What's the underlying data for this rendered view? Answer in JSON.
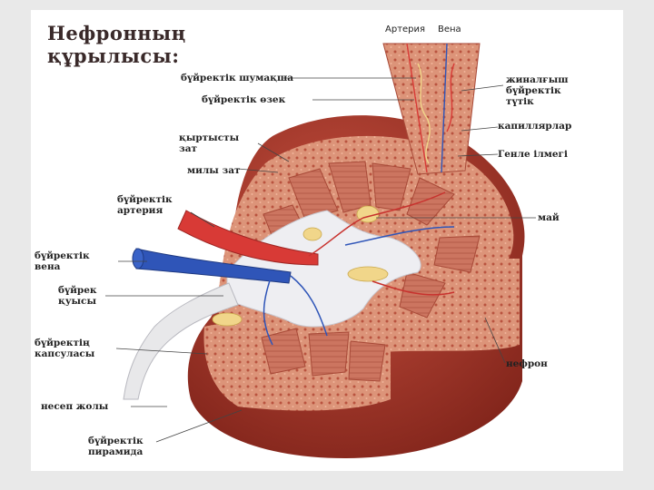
{
  "title": {
    "line1": "Нефронның",
    "line2": "құрылысы:"
  },
  "header_labels": {
    "artery": "Артерия",
    "vein": "Вена"
  },
  "labels": {
    "glomerulus": "бүйректік шумақша",
    "tubule": "бүйректік өзек",
    "cortex": [
      "қыртысты",
      "зат"
    ],
    "medulla": "милы зат",
    "renal_artery": [
      "бүйректік",
      "артерия"
    ],
    "renal_vein": [
      "бүйректік",
      "вена"
    ],
    "renal_pelvis": [
      "бүйрек",
      "қуысы"
    ],
    "renal_capsule": [
      "бүйректің",
      "капсуласы"
    ],
    "ureter": "несеп жолы",
    "pyramid": [
      "бүйректік",
      "пирамида"
    ],
    "collecting_duct": [
      "жиналғыш",
      "бүйректік",
      "түтік"
    ],
    "capillaries": "капиллярлар",
    "henle_loop": "Генле ілмегі",
    "fat": "май",
    "nephron": "нефрон"
  },
  "colors": {
    "kidney_surface": "#9b3024",
    "cortex": "#d78d72",
    "medulla": "#cf7a62",
    "artery": "#d83a36",
    "vein": "#2f55b8",
    "fat": "#f1d68a",
    "pelvis": "#eeeef2",
    "ureter": "#e8e8ea"
  }
}
